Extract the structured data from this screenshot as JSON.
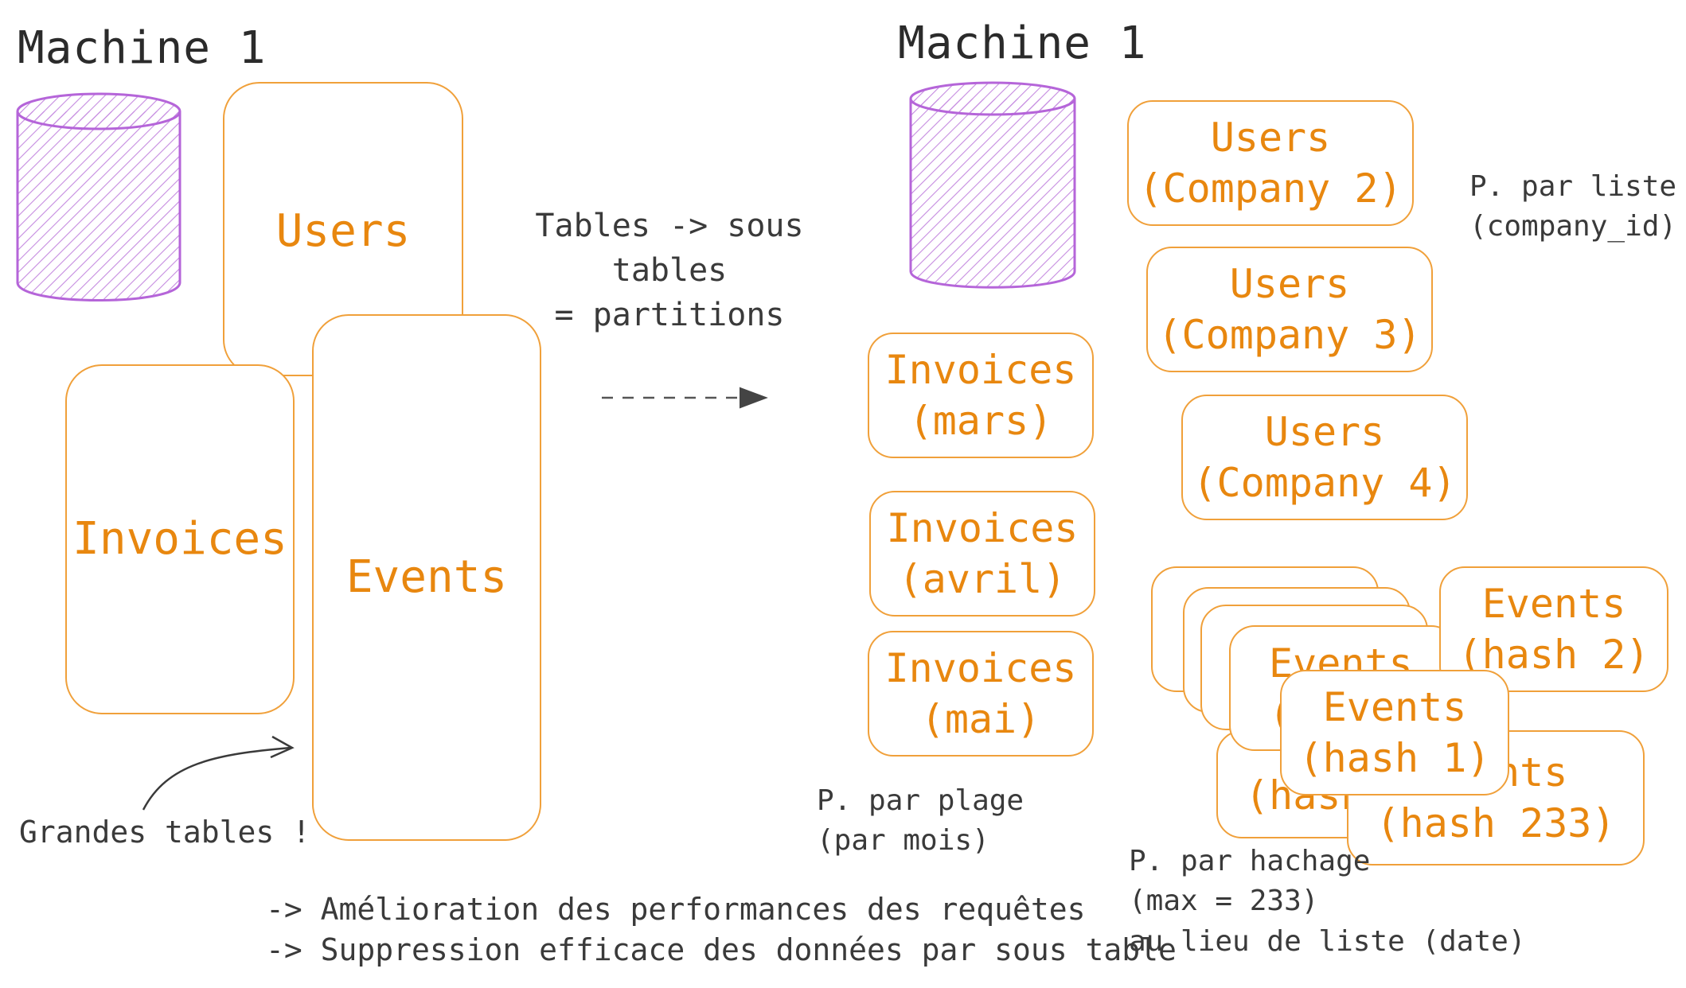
{
  "left": {
    "title": "Machine 1",
    "tables": {
      "users": "Users",
      "invoices": "Invoices",
      "events": "Events"
    },
    "note": "Grandes tables !"
  },
  "middle": {
    "caption_line1": "Tables -> sous tables",
    "caption_line2": "= partitions"
  },
  "right": {
    "title": "Machine 1",
    "invoices": [
      {
        "line1": "Invoices",
        "line2": "(mars)"
      },
      {
        "line1": "Invoices",
        "line2": "(avril)"
      },
      {
        "line1": "Invoices",
        "line2": "(mai)"
      }
    ],
    "users": [
      {
        "line1": "Users",
        "line2": "(Company 2)"
      },
      {
        "line1": "Users",
        "line2": "(Company 3)"
      },
      {
        "line1": "Users",
        "line2": "(Company 4)"
      }
    ],
    "events": {
      "hash2": {
        "line1": "Events",
        "line2": "(hash 2)"
      },
      "hash1": {
        "line1": "Events",
        "line2": "(hash 1)"
      },
      "hash233": {
        "line1": "Events",
        "line2": "(hash 233)"
      },
      "stack_fragments": [
        "Events",
        "(h",
        "(hash"
      ]
    },
    "notes": {
      "range_line1": "P. par plage",
      "range_line2": "(par mois)",
      "list_line1": "P. par liste",
      "list_line2": "(company_id)",
      "hash_line1": "P. par hachage",
      "hash_line2": "(max = 233)",
      "hash_line3": "au lieu de liste (date)"
    }
  },
  "footer": {
    "line1": "-> Amélioration des performances des requêtes",
    "line2": "-> Suppression efficace des données par sous table"
  },
  "colors": {
    "orange": "#e8870f",
    "orange_border": "#f0a03a",
    "purple": "#b565d9",
    "text": "#3a3a3a"
  }
}
